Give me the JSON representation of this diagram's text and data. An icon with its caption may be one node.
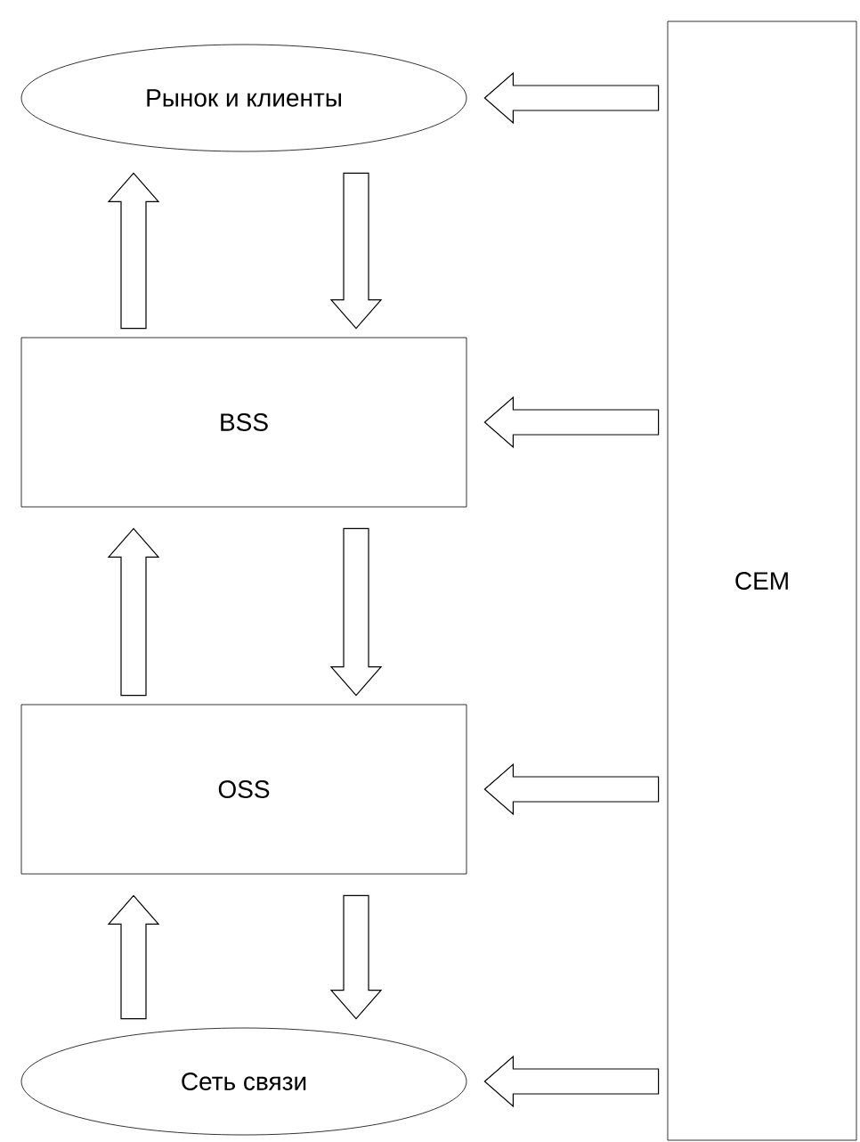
{
  "diagram": {
    "nodes": [
      {
        "text": [
          "Рынок и клиенты"
        ]
      },
      {
        "text": [
          "BSS"
        ]
      },
      {
        "text": [
          "OSS"
        ]
      },
      {
        "text": [
          "Сеть связи"
        ]
      },
      {
        "text": [
          "CEM"
        ]
      }
    ],
    "edges": [
      {
        "from": 1,
        "to": 0,
        "arrow": "to"
      },
      {
        "from": 0,
        "to": 1,
        "arrow": "to"
      },
      {
        "from": 2,
        "to": 1,
        "arrow": "to"
      },
      {
        "from": 1,
        "to": 2,
        "arrow": "to"
      },
      {
        "from": 3,
        "to": 2,
        "arrow": "to"
      },
      {
        "from": 2,
        "to": 3,
        "arrow": "to"
      },
      {
        "from": 4,
        "to": 0,
        "arrow": "to"
      },
      {
        "from": 4,
        "to": 1,
        "arrow": "to"
      },
      {
        "from": 4,
        "to": 2,
        "arrow": "to"
      },
      {
        "from": 4,
        "to": 3,
        "arrow": "to"
      }
    ]
  }
}
